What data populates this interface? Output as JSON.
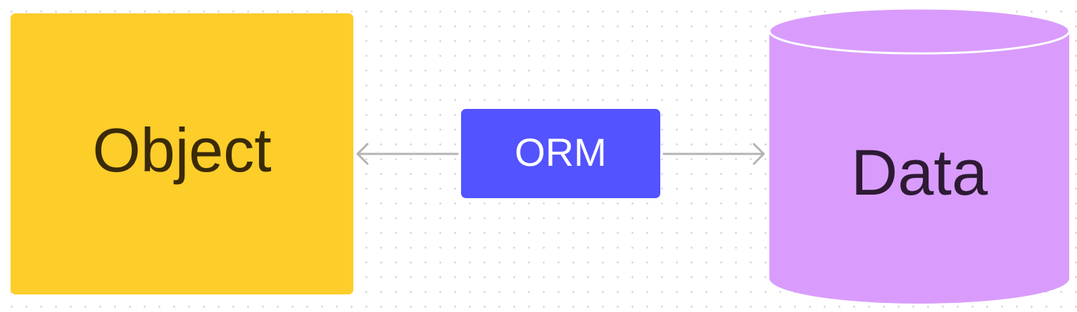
{
  "nodes": {
    "object": {
      "label": "Object",
      "color": "#fdcd2a"
    },
    "orm": {
      "label": "ORM",
      "color": "#5353ff"
    },
    "data": {
      "label": "Data",
      "color": "#d99cfc"
    }
  },
  "edges": [
    {
      "from": "orm",
      "to": "object",
      "style": "arrow",
      "color": "#b3b3b3"
    },
    {
      "from": "orm",
      "to": "data",
      "style": "arrow",
      "color": "#b3b3b3"
    }
  ]
}
